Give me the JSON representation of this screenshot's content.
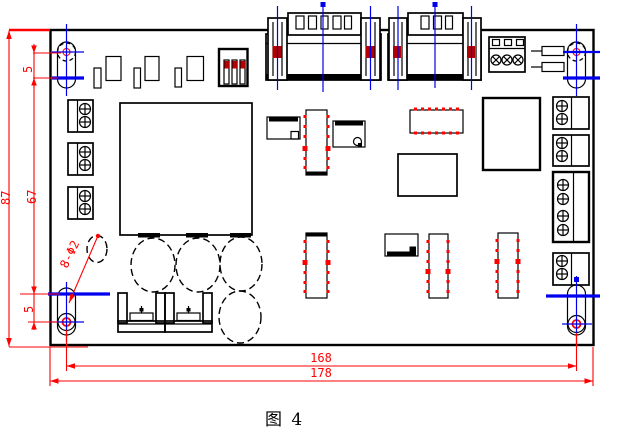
{
  "figure": {
    "caption": "图 4",
    "type": "pcb-dimension-drawing"
  },
  "dimensions": {
    "board_height": "87",
    "vertical_hole_span": "67",
    "top_hole_offset": "5",
    "bottom_hole_offset": "5",
    "horizontal_hole_span": "168",
    "board_width": "178",
    "hole_callout": "8-Φ2"
  },
  "colors": {
    "dimension_red": "#ff0000",
    "centerline_blue": "#0000ee",
    "outline_black": "#000000",
    "background": "#ffffff"
  }
}
